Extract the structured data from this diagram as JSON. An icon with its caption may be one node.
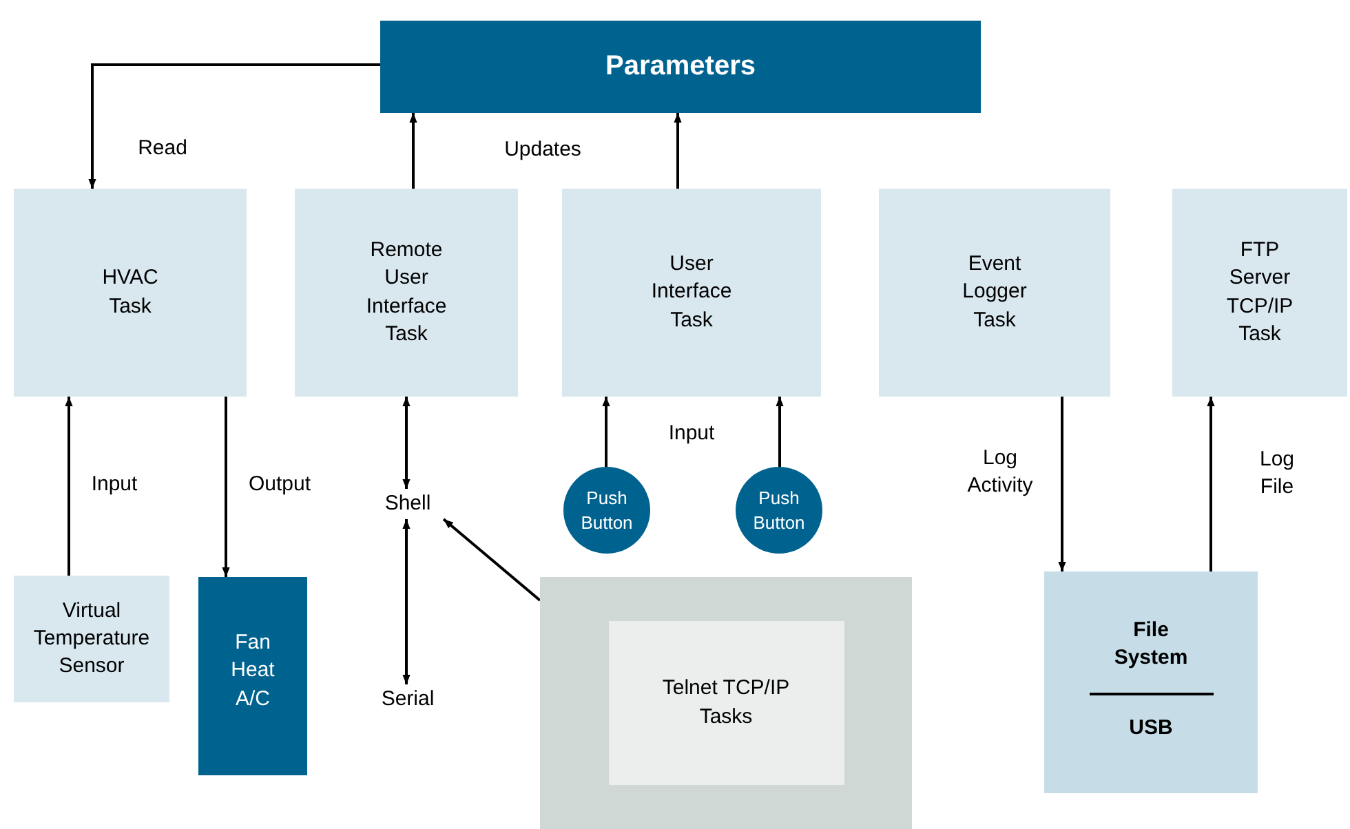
{
  "diagram": {
    "nodes": [
      {
        "text": [
          "Parameters"
        ]
      },
      {
        "text": [
          "HVAC Task"
        ]
      },
      {
        "text": [
          "Remote User Interface Task"
        ]
      },
      {
        "text": [
          "User Interface Task"
        ]
      },
      {
        "text": [
          "Event Logger Task"
        ]
      },
      {
        "text": [
          "FTP Server TCP/IP Task"
        ]
      },
      {
        "text": [
          "Shell"
        ]
      },
      {
        "text": [
          "Push Button"
        ]
      },
      {
        "text": [
          "Push Button"
        ]
      },
      {
        "text": [
          "Virtual Temperature Sensor"
        ]
      },
      {
        "text": [
          "Fan Heat A/C"
        ]
      },
      {
        "text": [],
        "shape": "box"
      },
      {
        "text": [
          "Telnet TCP/IP Tasks"
        ],
        "in": 11
      },
      {
        "text": [
          "Serial"
        ]
      },
      {
        "text": [
          "File System",
          "USB"
        ]
      }
    ],
    "edges": [
      {
        "from": 0,
        "to": 1,
        "arrow": "to",
        "label": "Read"
      },
      {
        "from": 2,
        "to": 0,
        "arrow": "to"
      },
      {
        "from": 3,
        "to": 0,
        "arrow": "to"
      },
      {
        "from": 9,
        "to": 1,
        "arrow": "to",
        "label": "Input"
      },
      {
        "from": 1,
        "to": 10,
        "arrow": "to",
        "label": "Output"
      },
      {
        "from": 2,
        "to": 6,
        "arrow": "both"
      },
      {
        "from": 6,
        "to": 13,
        "arrow": "both"
      },
      {
        "from": 11,
        "to": 6,
        "arrow": "to"
      },
      {
        "from": 7,
        "to": 3,
        "arrow": "to"
      },
      {
        "from": 8,
        "to": 3,
        "arrow": "to"
      },
      {
        "from": 4,
        "to": 14,
        "arrow": "to",
        "label": "Log Activity"
      },
      {
        "from": 14,
        "to": 5,
        "arrow": "to",
        "label": "Log File"
      }
    ],
    "labels": [
      "Updates",
      "Input"
    ]
  }
}
